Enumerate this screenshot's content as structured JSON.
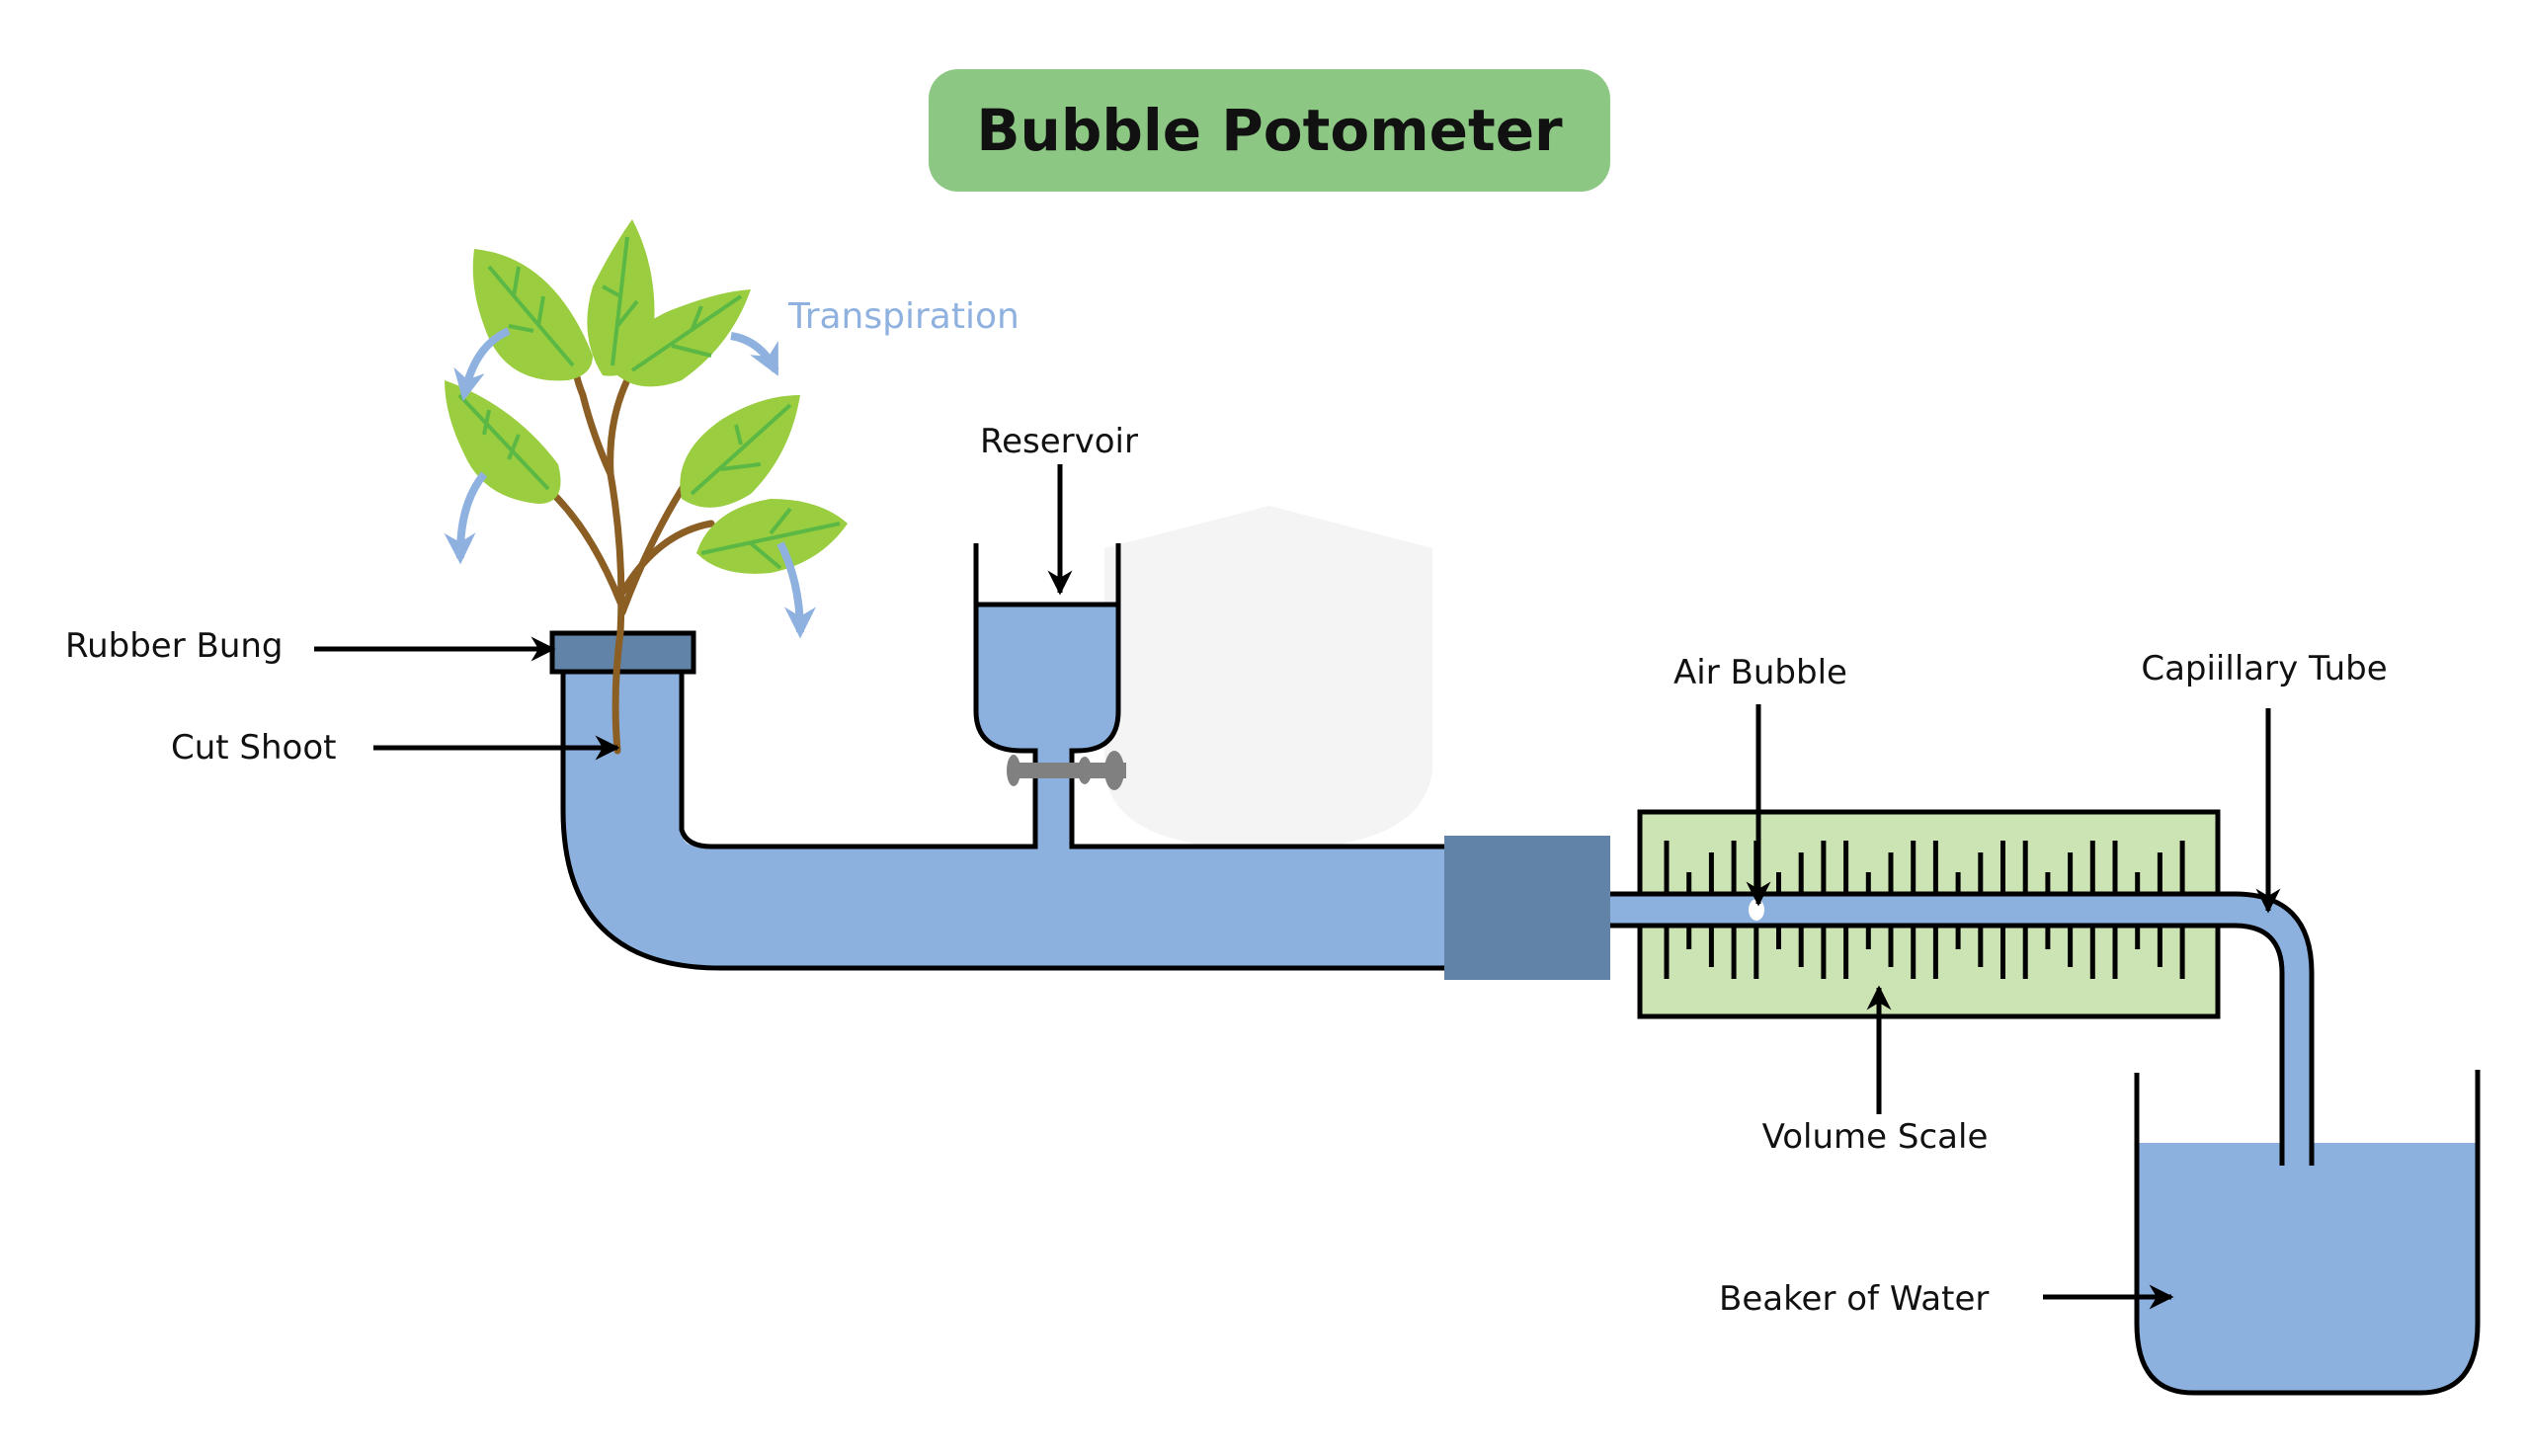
{
  "title": "Bubble Potometer",
  "labels": {
    "transpiration": "Transpiration",
    "reservoir": "Reservoir",
    "rubber_bung": "Rubber Bung",
    "cut_shoot": "Cut Shoot",
    "air_bubble": "Air Bubble",
    "capillary_tube": "Capiillary Tube",
    "volume_scale": "Volume Scale",
    "beaker": "Beaker of Water"
  },
  "colors": {
    "title_bg": "#8dc784",
    "water": "#8db1df",
    "bung": "#6183a8",
    "scale_bg": "#cce3b3",
    "leaf": "#9acd3f",
    "leaf_vein": "#5cb844",
    "stem": "#8b5e24",
    "transpiration_arrow": "#8fb1df",
    "tap": "#808080"
  }
}
